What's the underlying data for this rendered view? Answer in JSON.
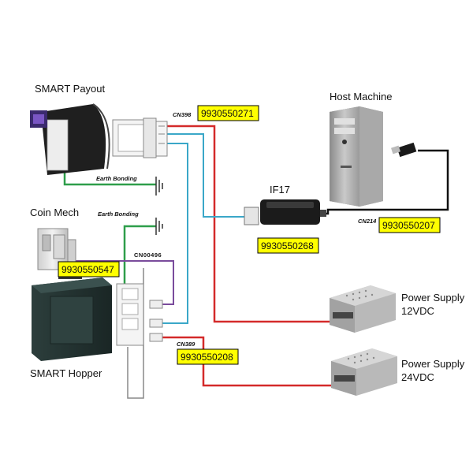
{
  "devices": {
    "smart_payout": "SMART Payout",
    "host_machine": "Host Machine",
    "coin_mech": "Coin Mech",
    "smart_hopper": "SMART Hopper",
    "if17": "IF17",
    "power_supply_12": "Power Supply\n12VDC",
    "power_supply_24": "Power Supply\n24VDC"
  },
  "connectors": {
    "cn398": "CN398",
    "cn214": "CN214",
    "cn00496": "CN00496",
    "cn389": "CN389"
  },
  "earth": {
    "top": "Earth Bonding",
    "bottom": "Earth Bonding"
  },
  "parts": {
    "p271": "9930550271",
    "p268": "9930550268",
    "p207": "9930550207",
    "p547": "9930550547",
    "p208": "9930550208"
  },
  "colors": {
    "red_wire": "#d42a2a",
    "cyan_wire": "#3aa7c8",
    "green_wire": "#2e9e4a",
    "purple_wire": "#7a4b9c",
    "black_wire": "#111111",
    "label_fill": "#ffff00"
  }
}
